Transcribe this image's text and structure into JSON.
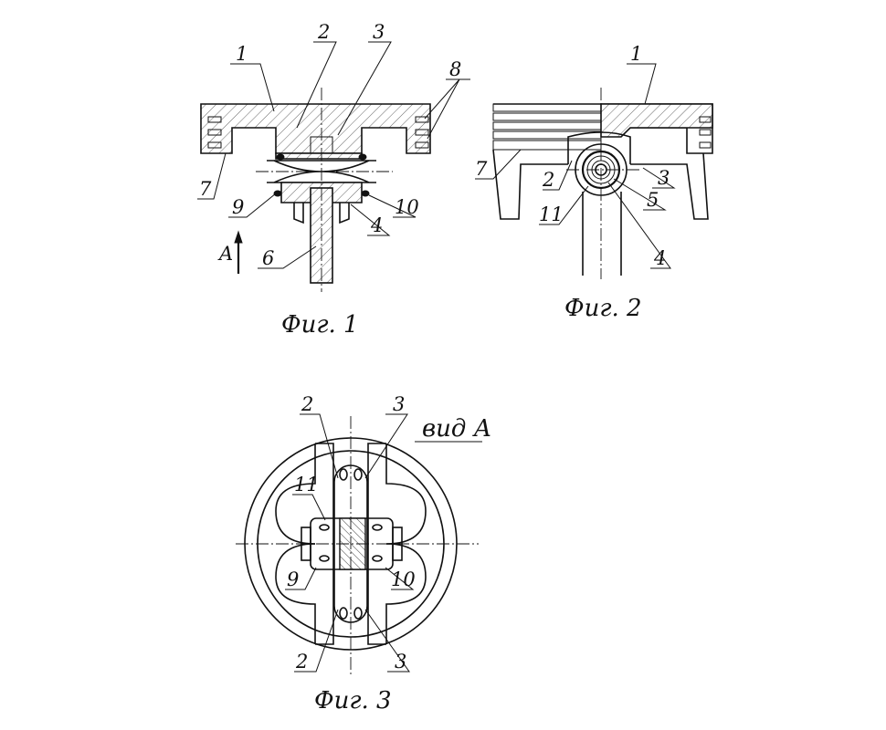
{
  "labels": {
    "one": "1",
    "two": "2",
    "three": "3",
    "four": "4",
    "five": "5",
    "six": "6",
    "seven": "7",
    "eight": "8",
    "nine": "9",
    "ten": "10",
    "eleven": "11",
    "view_arrow": "A"
  },
  "captions": {
    "fig1": "Фиг. 1",
    "fig2": "Фиг. 2",
    "fig3": "Фиг. 3",
    "view": "вид А"
  }
}
